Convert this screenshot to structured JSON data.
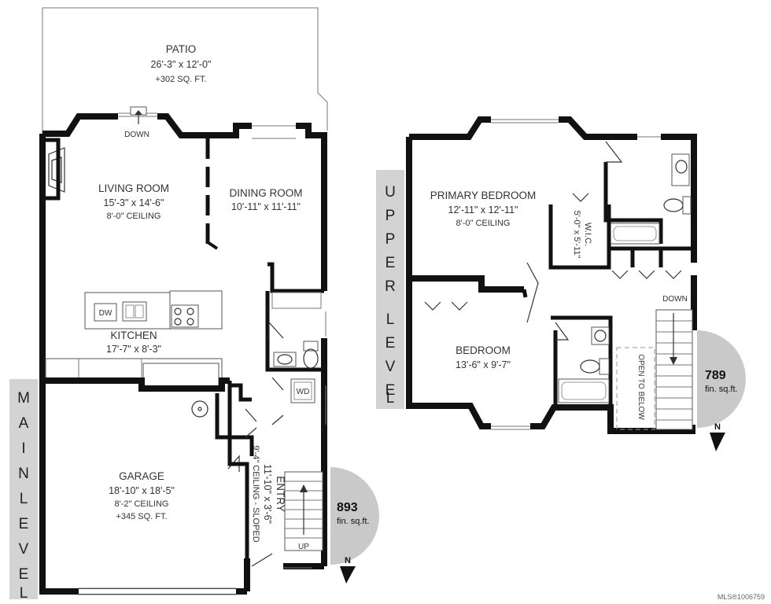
{
  "main_level": {
    "level_label": [
      "M",
      "A",
      "I",
      "N",
      "",
      "L",
      "E",
      "V",
      "E",
      "L"
    ],
    "patio": {
      "name": "PATIO",
      "dims": "26'-3\" x 12'-0\"",
      "area": "+302 SQ. FT."
    },
    "living_room": {
      "name": "LIVING ROOM",
      "dims": "15'-3\" x 14'-6\"",
      "ceiling": "8'-0\" CEILING"
    },
    "dining_room": {
      "name": "DINING ROOM",
      "dims": "10'-11\" x 11'-11\""
    },
    "kitchen": {
      "name": "KITCHEN",
      "dims": "17'-7\" x 8'-3\""
    },
    "garage": {
      "name": "GARAGE",
      "dims": "18'-10\" x 18'-5\"",
      "ceiling": "8'-2\" CEILING",
      "area": "+345 SQ. FT."
    },
    "entry": {
      "name": "ENTRY",
      "dims": "11'-10\" x 3'-6\"",
      "ceiling": "9'-4\" CEILING - SLOPED"
    },
    "down_label": "DOWN",
    "up_label": "UP",
    "dw_label": "DW",
    "wd_label": "WD",
    "sqft": {
      "value": "893",
      "unit": "fin. sq.ft."
    },
    "north": "N"
  },
  "upper_level": {
    "level_label": [
      "U",
      "P",
      "P",
      "E",
      "R",
      "",
      "L",
      "E",
      "V",
      "E",
      "L"
    ],
    "primary_bedroom": {
      "name": "PRIMARY BEDROOM",
      "dims": "12'-11\" x 12'-11\"",
      "ceiling": "8'-0\" CEILING"
    },
    "wic": {
      "name": "W.I.C.",
      "dims": "5'-0\" x 5'-11\""
    },
    "bedroom": {
      "name": "BEDROOM",
      "dims": "13'-6\" x 9'-7\""
    },
    "open_to_below": "OPEN TO BELOW",
    "down_label": "DOWN",
    "sqft": {
      "value": "789",
      "unit": "fin. sq.ft."
    },
    "north": "N"
  },
  "mls_id": "MLS®1006759"
}
